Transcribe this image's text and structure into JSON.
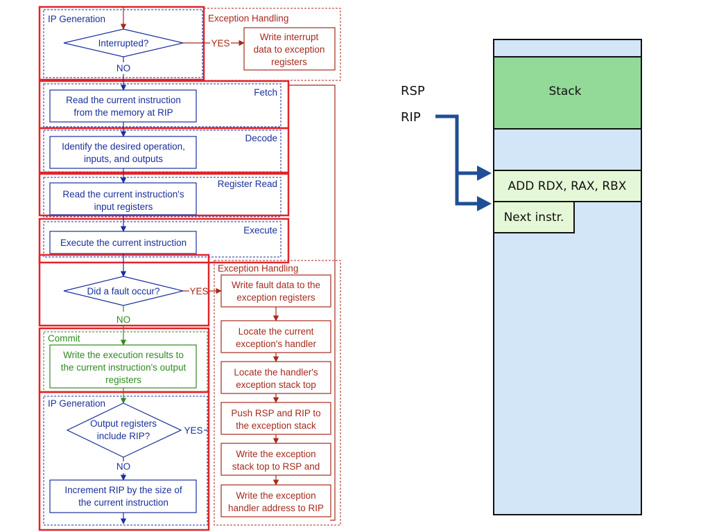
{
  "flowchart": {
    "ip_generation_top": {
      "title": "IP Generation",
      "decision": "Interrupted?",
      "yes": "YES",
      "no": "NO"
    },
    "exception_handling_top": {
      "title": "Exception Handling",
      "box": [
        "Write interrupt",
        "data to exception",
        "registers"
      ]
    },
    "fetch": {
      "title": "Fetch",
      "box": [
        "Read the current instruction",
        "from the memory at RIP"
      ]
    },
    "decode": {
      "title": "Decode",
      "box": [
        "Identify the desired operation,",
        "inputs, and outputs"
      ]
    },
    "register_read": {
      "title": "Register Read",
      "box": [
        "Read the current instruction's",
        "input registers"
      ]
    },
    "execute": {
      "title": "Execute",
      "box": [
        "Execute the current instruction"
      ]
    },
    "fault_check": {
      "decision": "Did a fault occur?",
      "yes": "YES",
      "no": "NO"
    },
    "exception_handling_bottom": {
      "title": "Exception Handling",
      "steps": [
        [
          "Write fault data to the",
          "exception registers"
        ],
        [
          "Locate the current",
          "exception's handler"
        ],
        [
          "Locate the handler's",
          "exception stack top"
        ],
        [
          "Push RSP and RIP to",
          "the exception stack"
        ],
        [
          "Write the exception",
          "stack top to RSP and"
        ],
        [
          "Write the exception",
          "handler address to RIP"
        ]
      ]
    },
    "commit": {
      "title": "Commit",
      "box": [
        "Write the execution results to",
        "the current instruction's output",
        "registers"
      ]
    },
    "ip_generation_bottom": {
      "title": "IP Generation",
      "decision": [
        "Output registers",
        "include RIP?"
      ],
      "yes": "YES",
      "no": "NO",
      "box": [
        "Increment RIP by the size of",
        "the current instruction"
      ]
    }
  },
  "memory": {
    "registers": [
      "RSP",
      "RIP"
    ],
    "stack_label": "Stack",
    "instruction": "ADD  RDX, RAX, RBX",
    "next_instruction": "Next instr.",
    "colors": {
      "stack": "#93d998",
      "memory": "#d2e6f8",
      "instruction": "#e4f7d6",
      "arrow": "#1f4e96"
    }
  },
  "colors": {
    "blue": "#1a2f9b",
    "red": "#a62a1c",
    "green": "#2f8a1e",
    "highlight": "#e0242b"
  }
}
